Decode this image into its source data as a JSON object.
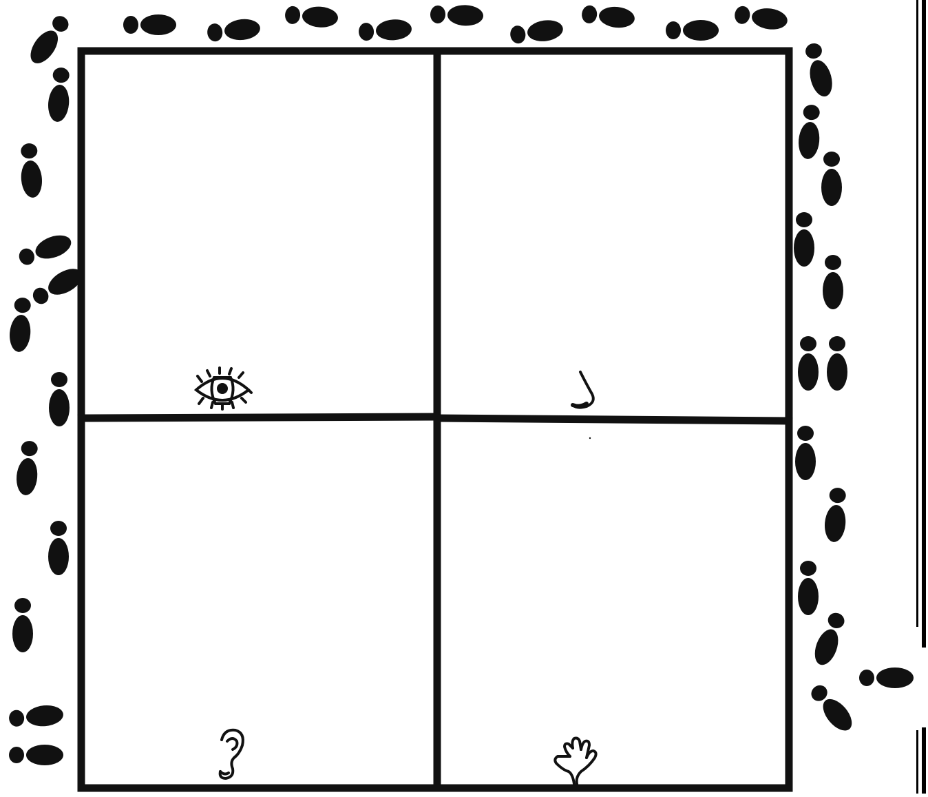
{
  "worksheet": {
    "panels": [
      {
        "id": "top-left",
        "icon": "eye-icon"
      },
      {
        "id": "top-right",
        "icon": "nose-icon"
      },
      {
        "id": "bottom-left",
        "icon": "ear-icon"
      },
      {
        "id": "bottom-right",
        "icon": "hand-icon"
      }
    ],
    "border_decoration": "footprints",
    "colors": {
      "ink": "#111111",
      "paper": "#ffffff"
    }
  }
}
